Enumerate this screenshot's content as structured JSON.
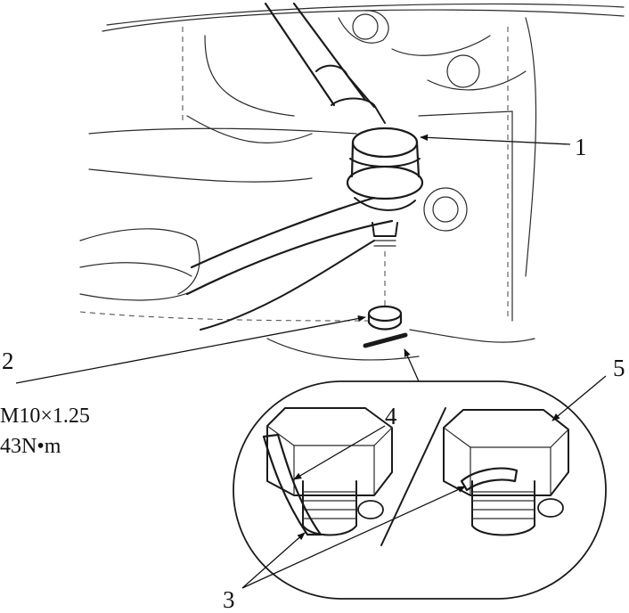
{
  "callouts": {
    "c1": "1",
    "c2": "2",
    "c3": "3",
    "c4": "4",
    "c5": "5"
  },
  "spec": {
    "thread": "M10×1.25",
    "torque": "43N•m"
  }
}
